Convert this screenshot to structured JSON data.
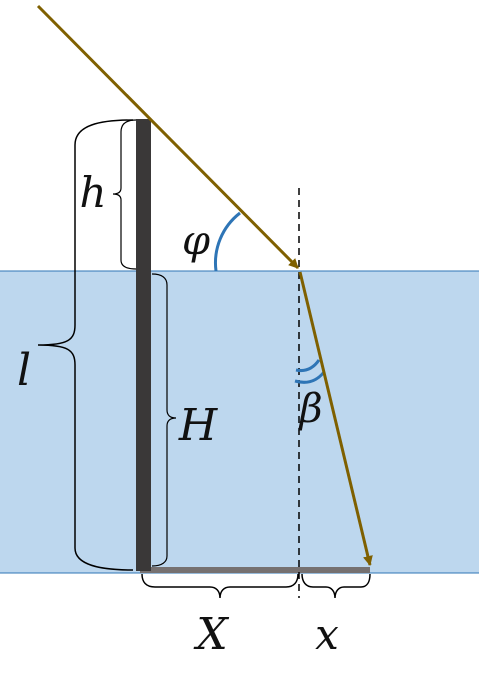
{
  "labels": {
    "h": "h",
    "l": "l",
    "H": "H",
    "phi": "φ",
    "beta": "β",
    "X": "X",
    "x": "x"
  },
  "colors": {
    "water": "#bdd7ee",
    "water_edge": "#2e75b6",
    "pole": "#3a3838",
    "ray": "#7f6000",
    "angle_arc": "#2e75b6",
    "ground": "#767171",
    "ink": "#111111"
  }
}
